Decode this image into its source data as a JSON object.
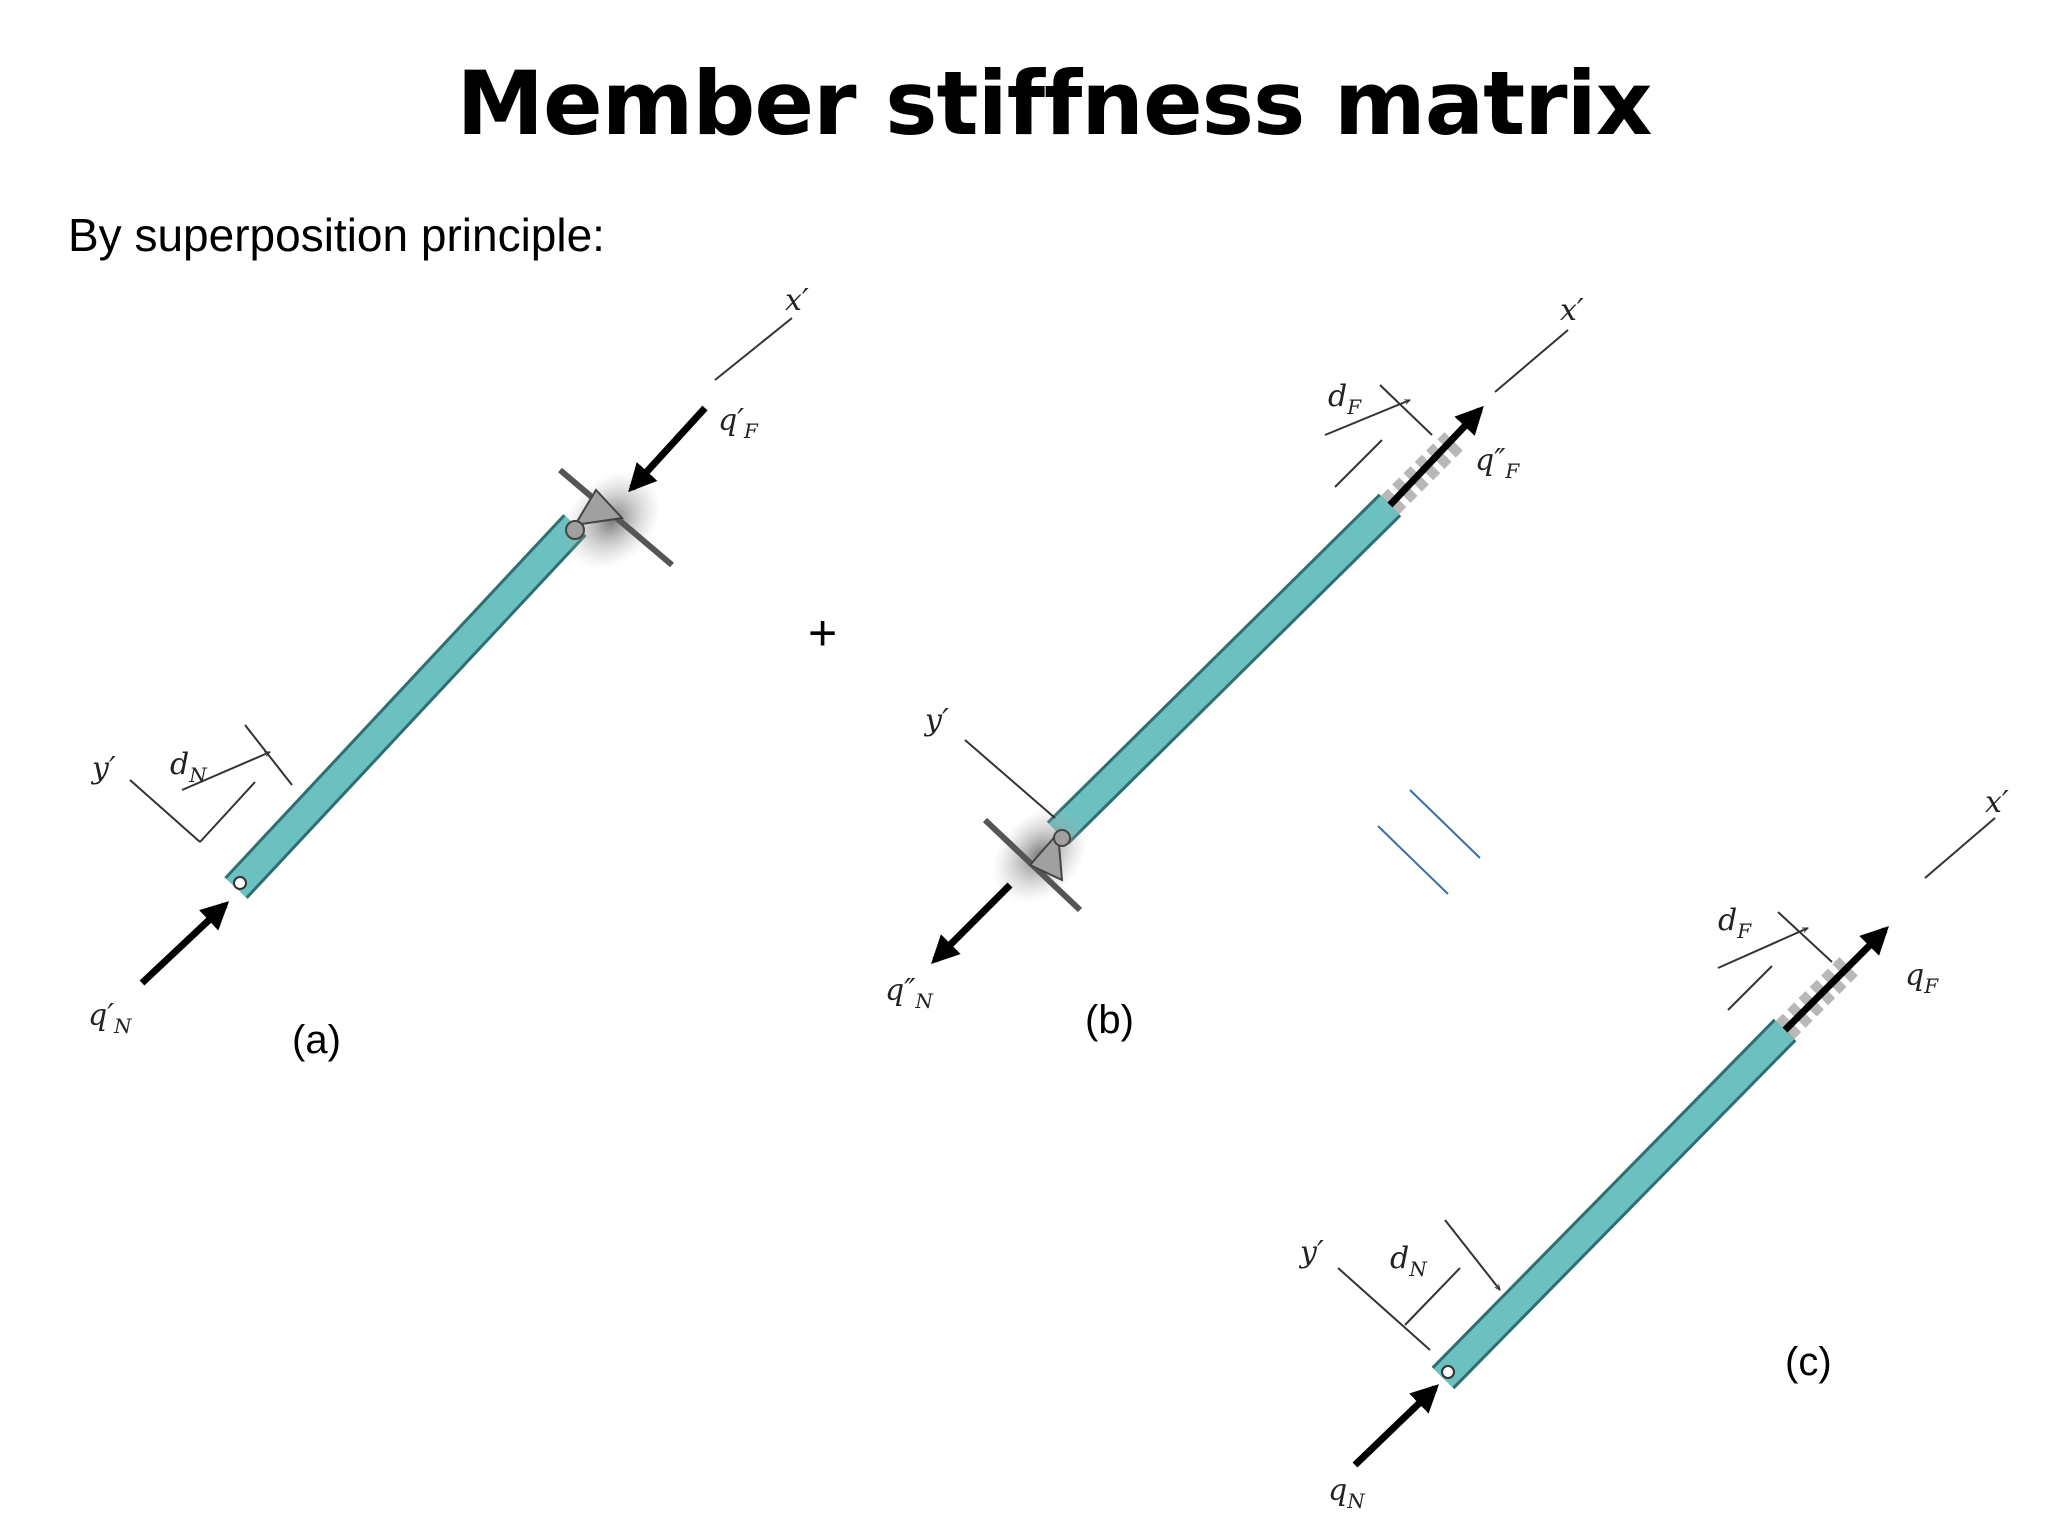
{
  "slide": {
    "title": "Member stiffness matrix",
    "subtitle": "By superposition principle:",
    "plus_sign": "+",
    "equals_sign": "="
  },
  "figures": {
    "a": {
      "caption": "(a)",
      "axis_x": "x′",
      "axis_y": "y′",
      "force_far": "q′",
      "force_far_sub": "F",
      "force_near": "q′",
      "force_near_sub": "N",
      "disp_near": "d",
      "disp_near_sub": "N"
    },
    "b": {
      "caption": "(b)",
      "axis_x": "x′",
      "axis_y": "y′",
      "force_far": "q″",
      "force_far_sub": "F",
      "force_near": "q″",
      "force_near_sub": "N",
      "disp_far": "d",
      "disp_far_sub": "F"
    },
    "c": {
      "caption": "(c)",
      "axis_x": "x′",
      "axis_y": "y′",
      "force_far": "q",
      "force_far_sub": "F",
      "force_near": "q",
      "force_near_sub": "N",
      "disp_near": "d",
      "disp_near_sub": "N",
      "disp_far": "d",
      "disp_far_sub": "F"
    }
  },
  "colors": {
    "member": "#6cc0c0",
    "member_edge": "#2f6f72",
    "support": "#9a9a9a",
    "arrow": "#000000",
    "equals_lines": "#3a6ea8"
  }
}
